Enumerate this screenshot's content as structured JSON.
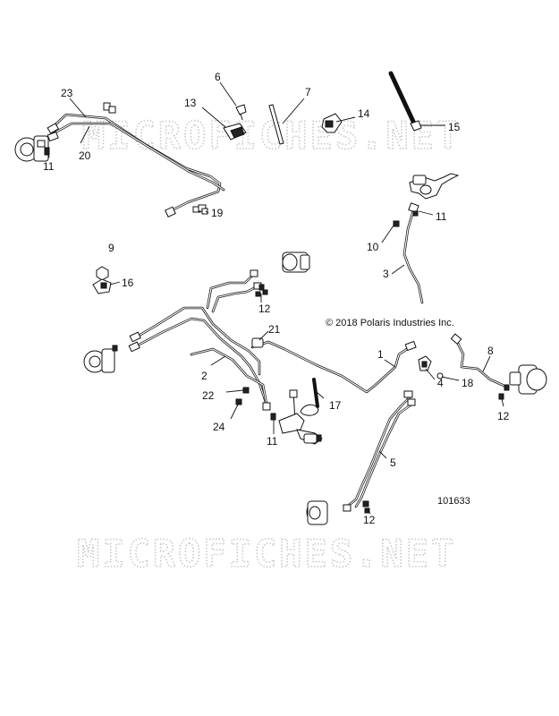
{
  "watermark": "MICROFICHES.NET",
  "copyright": "© 2018 Polaris Industries Inc.",
  "diagram_id": "101633",
  "callouts": [
    {
      "id": "c23a",
      "text": "23"
    },
    {
      "id": "c20",
      "text": "20"
    },
    {
      "id": "c11a",
      "text": "11"
    },
    {
      "id": "c6",
      "text": "6"
    },
    {
      "id": "c13",
      "text": "13"
    },
    {
      "id": "c7",
      "text": "7"
    },
    {
      "id": "c14",
      "text": "14"
    },
    {
      "id": "c15",
      "text": "15"
    },
    {
      "id": "c19",
      "text": "19"
    },
    {
      "id": "c11b",
      "text": "11"
    },
    {
      "id": "c10",
      "text": "10"
    },
    {
      "id": "c3",
      "text": "3"
    },
    {
      "id": "c9",
      "text": "9"
    },
    {
      "id": "c16",
      "text": "16"
    },
    {
      "id": "c12a",
      "text": "12"
    },
    {
      "id": "c21",
      "text": "21"
    },
    {
      "id": "c1",
      "text": "1"
    },
    {
      "id": "c8",
      "text": "8"
    },
    {
      "id": "c2",
      "text": "2"
    },
    {
      "id": "c4",
      "text": "4"
    },
    {
      "id": "c18",
      "text": "18"
    },
    {
      "id": "c22",
      "text": "22"
    },
    {
      "id": "c17",
      "text": "17"
    },
    {
      "id": "c12b",
      "text": "12"
    },
    {
      "id": "c24",
      "text": "24"
    },
    {
      "id": "c11c",
      "text": "11"
    },
    {
      "id": "c5",
      "text": "5"
    },
    {
      "id": "c12c",
      "text": "12"
    }
  ]
}
